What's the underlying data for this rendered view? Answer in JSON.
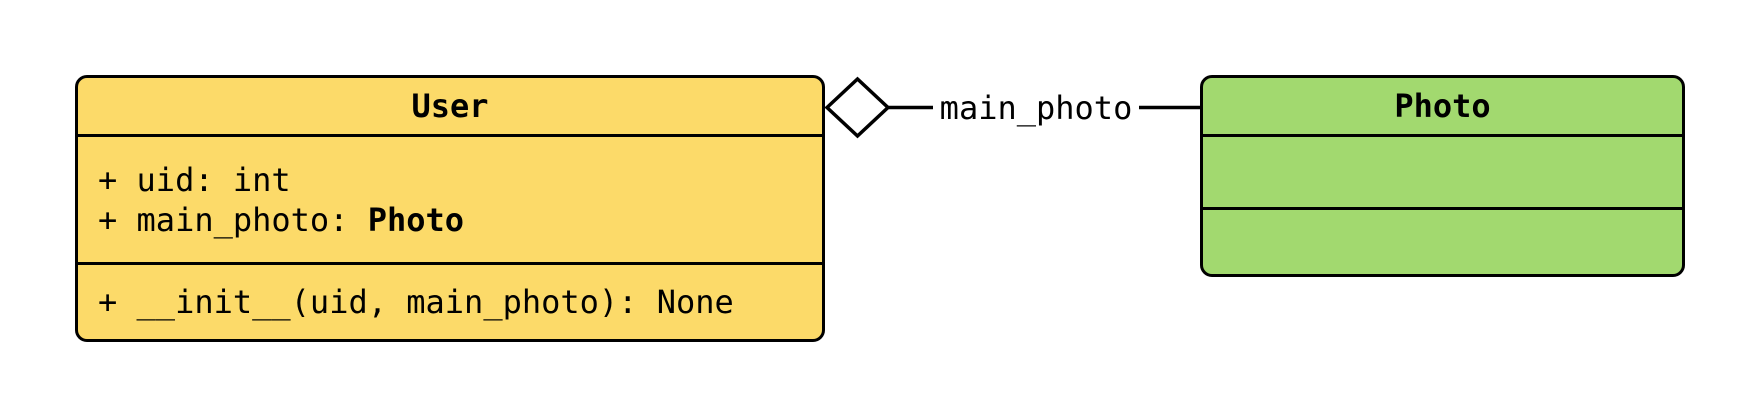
{
  "diagram": {
    "type": "uml-class-diagram",
    "background_color": "#ffffff",
    "border_color": "#000000",
    "classes": [
      {
        "name": "User",
        "fill_color": "#FCDA69",
        "attributes": [
          {
            "text": "+ uid: int",
            "bold_type": ""
          },
          {
            "text": "+ main_photo: ",
            "bold_type": "Photo"
          }
        ],
        "methods": [
          {
            "text": "+ __init__(uid, main_photo): None"
          }
        ]
      },
      {
        "name": "Photo",
        "fill_color": "#A2D96F",
        "attributes": [],
        "methods": []
      }
    ],
    "relationship": {
      "type": "aggregation",
      "label": "main_photo",
      "diamond_fill": "#ffffff",
      "line_color": "#000000"
    }
  }
}
